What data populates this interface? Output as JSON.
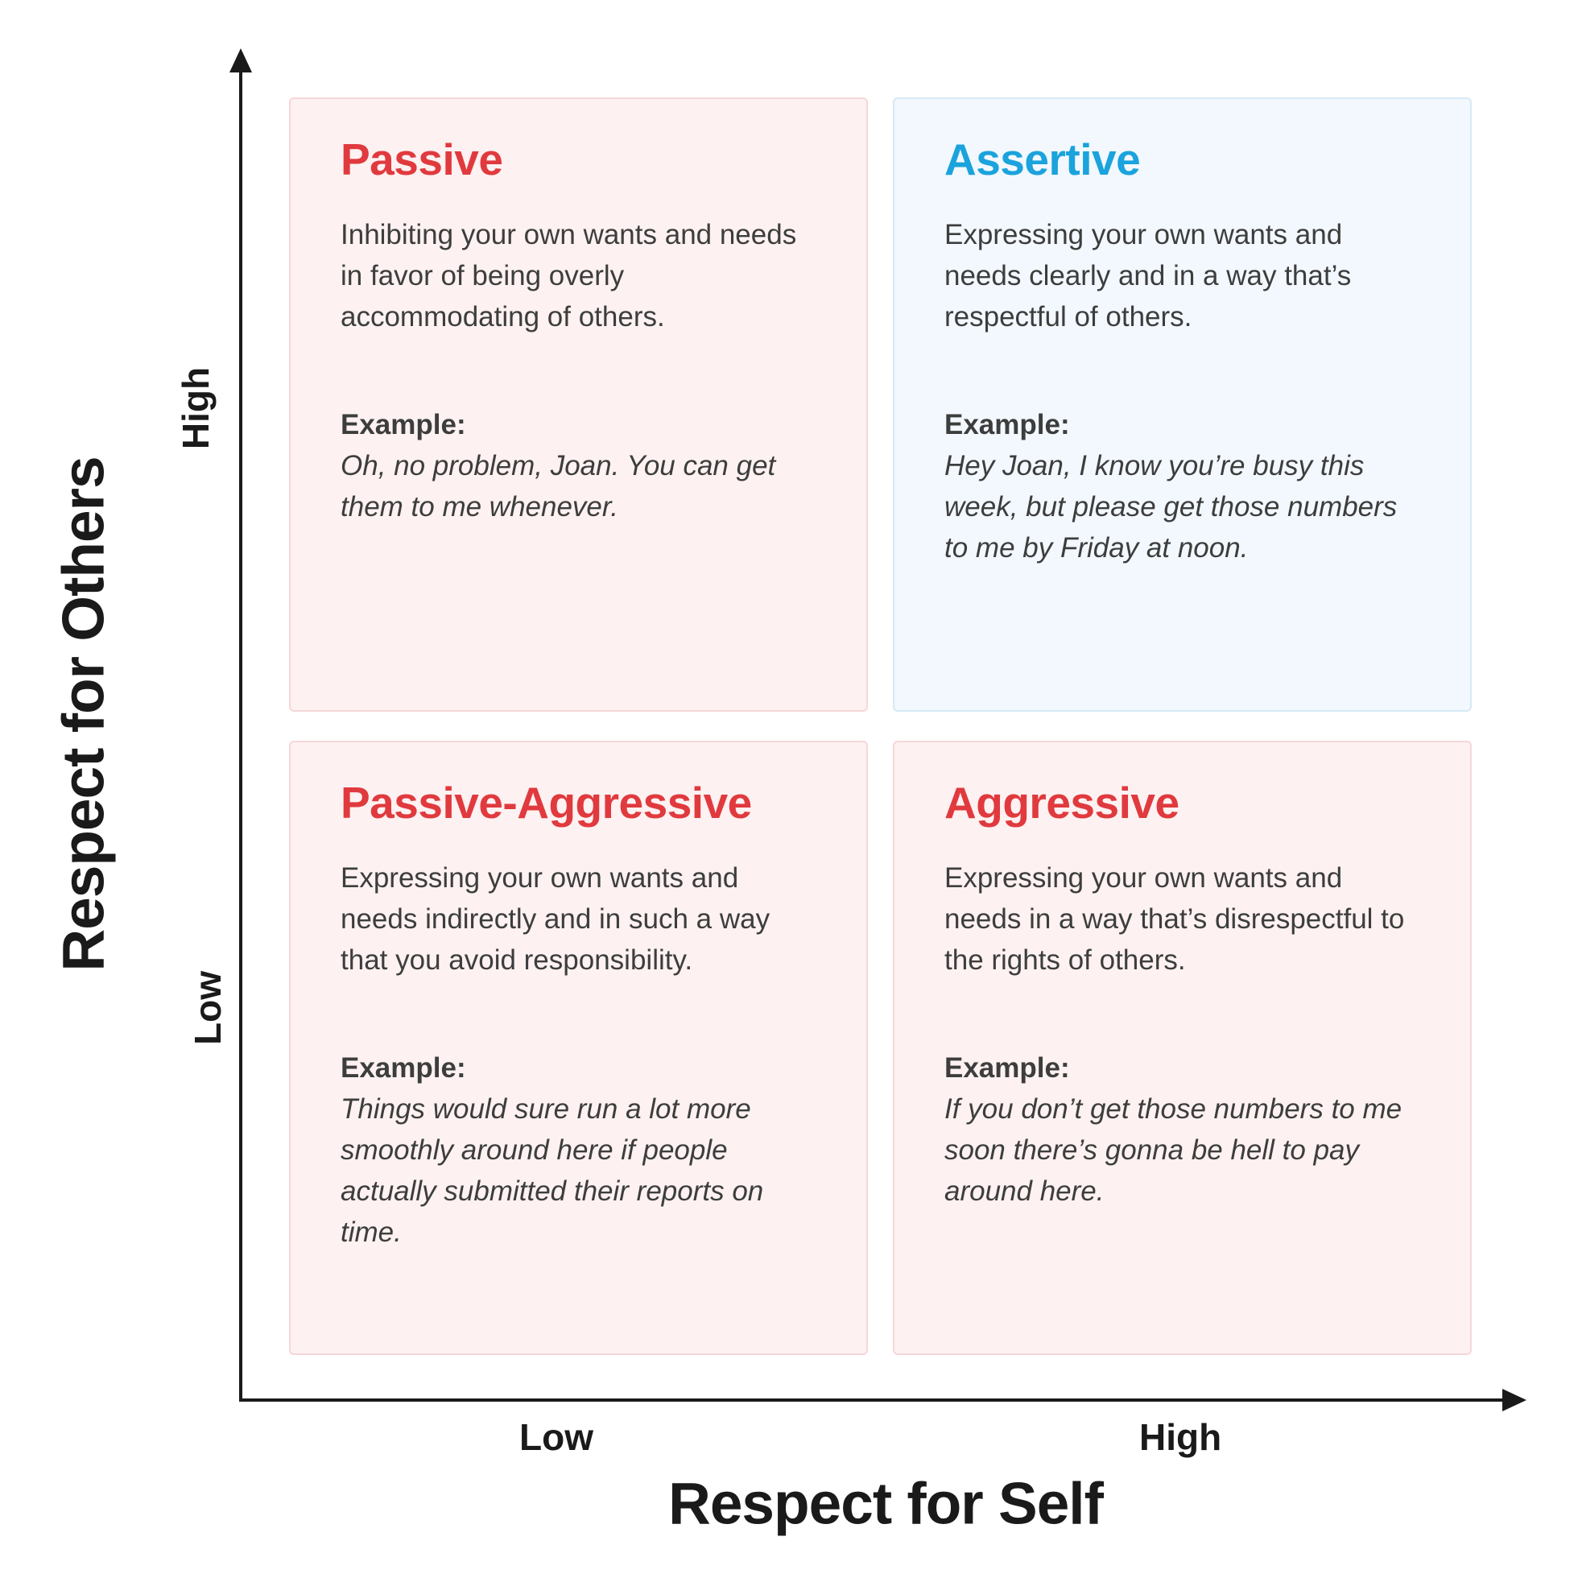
{
  "axes": {
    "x_title": "Respect for Self",
    "y_title": "Respect for Others",
    "x_low": "Low",
    "x_high": "High",
    "y_low": "Low",
    "y_high": "High"
  },
  "quadrants": {
    "passive": {
      "title": "Passive",
      "title_color": "#e03a3e",
      "description": "Inhibiting your own wants and needs in favor of being overly accommodating of others.",
      "example_label": "Example:",
      "example": "Oh, no problem, Joan. You can get them to me whenever."
    },
    "assertive": {
      "title": "Assertive",
      "title_color": "#1aa3dc",
      "description": "Expressing your own wants and needs clearly and in a way that’s respectful of others.",
      "example_label": "Example:",
      "example": "Hey Joan, I know you’re busy this week, but please get those numbers to me by Friday at noon."
    },
    "passive_aggressive": {
      "title": "Passive-Aggressive",
      "title_color": "#e03a3e",
      "description": "Expressing your own wants and needs indirectly and in such a way that you avoid responsibility.",
      "example_label": "Example:",
      "example": "Things would sure run a lot more smoothly around here if people actually submitted their reports on time."
    },
    "aggressive": {
      "title": "Aggressive",
      "title_color": "#e03a3e",
      "description": "Expressing your own wants and needs in a way that’s disrespectful to the rights of others.",
      "example_label": "Example:",
      "example": "If you don’t get those numbers to me soon there’s gonna be hell to pay around here."
    }
  },
  "colors": {
    "axis": "#1a1a1a",
    "red_fill": "#fdf1f1",
    "blue_fill": "#f2f8fd"
  }
}
